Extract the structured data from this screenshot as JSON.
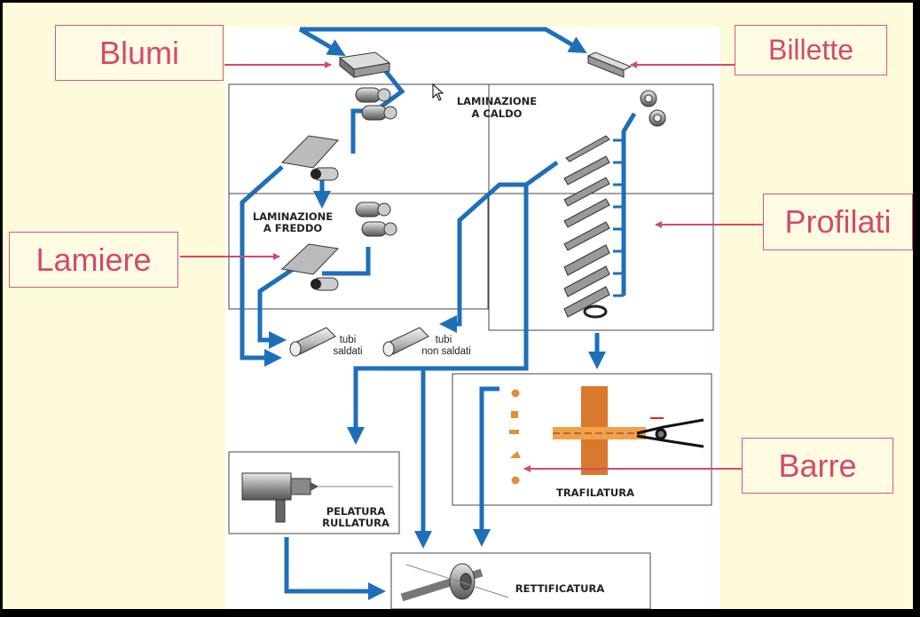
{
  "labels": {
    "blumi": "Blumi",
    "billette": "Billette",
    "lamiere": "Lamiere",
    "profilati": "Profilati",
    "barre": "Barre"
  },
  "stages": {
    "hot_rolling": [
      "LAMINAZIONE",
      "A CALDO"
    ],
    "cold_rolling": [
      "LAMINAZIONE",
      "A FREDDO"
    ],
    "drawing": "TRAFILATURA",
    "peeling": [
      "PELATURA",
      "RULLATURA"
    ],
    "grinding": "RETTIFICATURA"
  },
  "tubes": {
    "welded": [
      "tubi",
      "saldati"
    ],
    "seamless": [
      "tubi",
      "non saldati"
    ]
  },
  "colors": {
    "arrow_blue": "#1f6fb8",
    "label_pink": "#d24a6e",
    "background": "#fefbdc"
  },
  "icons": [
    "mouse-cursor-icon",
    "pliers-icon",
    "roller-icon"
  ]
}
